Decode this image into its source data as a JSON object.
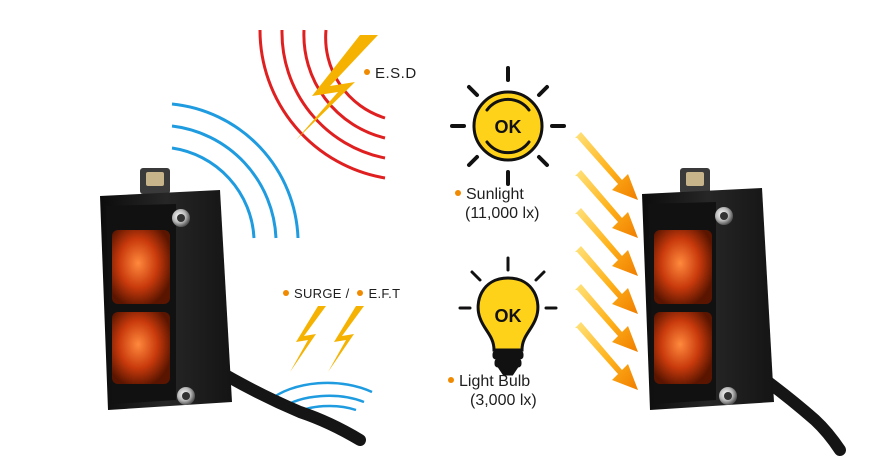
{
  "labels": {
    "esd": "E.S.D",
    "surge": "SURGE /",
    "eft": "E.F.T",
    "sunlight": "Sunlight",
    "sunlight_lux": "(11,000 lx)",
    "light_bulb": "Light Bulb",
    "light_bulb_lux": "(3,000 lx)",
    "ok_sun": "OK",
    "ok_bulb": "OK"
  },
  "colors": {
    "accent_orange": "#f08a00",
    "esd_red": "#e02020",
    "wave_blue": "#1f9be0",
    "lightning_yellow": "#f5b200",
    "ok_yellow": "#ffd21a",
    "sensor_body": "#1b1b1b",
    "lens_orange": "#d9480f"
  },
  "icons": [
    "lightning-icon",
    "sun-icon",
    "light-bulb-icon",
    "arrow-icon"
  ]
}
